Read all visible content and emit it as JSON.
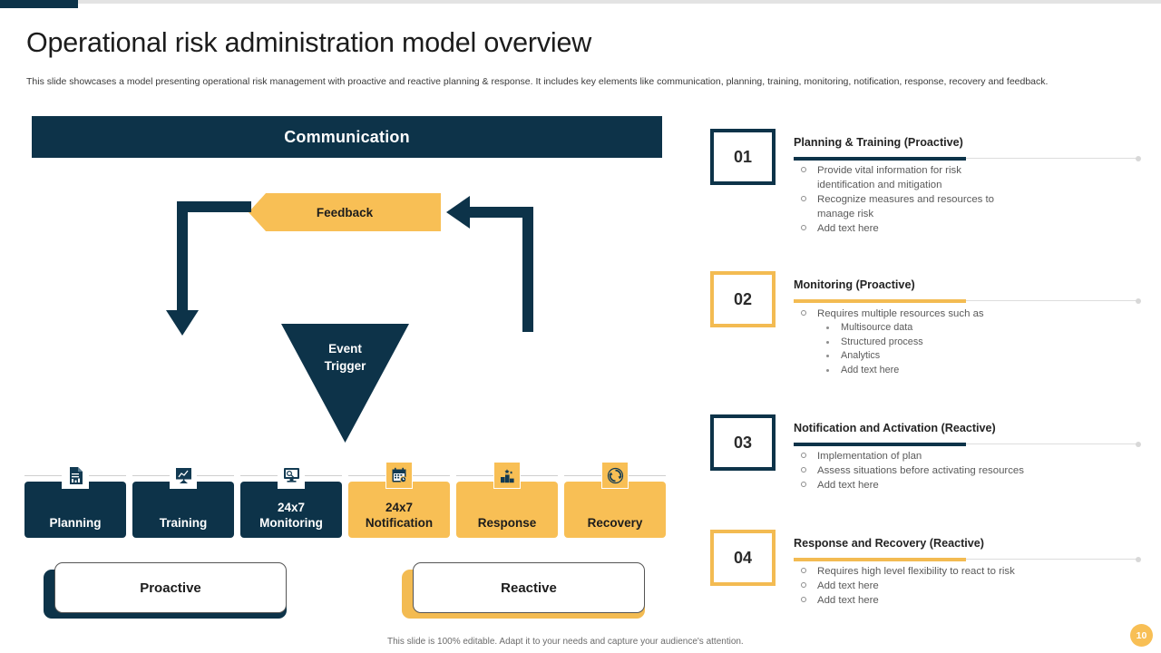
{
  "header": {
    "title": "Operational risk administration model overview",
    "subtitle": "This slide showcases a model presenting operational risk management with proactive and reactive planning & response. It includes key elements like communication, planning, training, monitoring, notification, response, recovery and feedback."
  },
  "colors": {
    "navy": "#0d3349",
    "gold": "#f8bf55",
    "rail_gray": "#dddddd",
    "body_text": "#5a5a5a"
  },
  "diagram": {
    "communication_label": "Communication",
    "feedback_label": "Feedback",
    "event_trigger_label_line1": "Event",
    "event_trigger_label_line2": "Trigger",
    "processes": [
      {
        "label_line1": "Planning",
        "label_line2": "",
        "tone": "navy",
        "icon": "report-document-icon"
      },
      {
        "label_line1": "Training",
        "label_line2": "",
        "tone": "navy",
        "icon": "presentation-board-icon"
      },
      {
        "label_line1": "24x7",
        "label_line2": "Monitoring",
        "tone": "navy",
        "icon": "monitor-screen-icon"
      },
      {
        "label_line1": "24x7",
        "label_line2": "Notification",
        "tone": "gold",
        "icon": "calendar-icon"
      },
      {
        "label_line1": "Response",
        "label_line2": "",
        "tone": "gold",
        "icon": "podium-winner-icon"
      },
      {
        "label_line1": "Recovery",
        "label_line2": "",
        "tone": "gold",
        "icon": "recycle-refresh-icon"
      }
    ],
    "pills": [
      {
        "label": "Proactive",
        "tone": "navy"
      },
      {
        "label": "Reactive",
        "tone": "gold"
      }
    ]
  },
  "steps": [
    {
      "number": "01",
      "tone": "navy",
      "heading": "Planning & Training (Proactive)",
      "bullets": [
        "Provide vital information for risk identification and mitigation",
        "Recognize measures and resources to manage risk",
        "Add text here"
      ],
      "subbullets": []
    },
    {
      "number": "02",
      "tone": "gold",
      "heading": "Monitoring (Proactive)",
      "bullets": [
        "Requires multiple resources such as"
      ],
      "subbullets": [
        "Multisource data",
        "Structured process",
        "Analytics",
        "Add text here"
      ]
    },
    {
      "number": "03",
      "tone": "navy",
      "heading": "Notification and Activation (Reactive)",
      "bullets": [
        "Implementation of plan",
        "Assess situations before activating resources",
        "Add text here"
      ],
      "subbullets": []
    },
    {
      "number": "04",
      "tone": "gold",
      "heading": "Response and Recovery (Reactive)",
      "bullets": [
        "Requires high level flexibility to react to risk",
        "Add text here",
        "Add text here"
      ],
      "subbullets": []
    }
  ],
  "footer": {
    "note": "This slide is 100% editable. Adapt it to your needs and capture your audience's attention.",
    "page_number": "10"
  }
}
